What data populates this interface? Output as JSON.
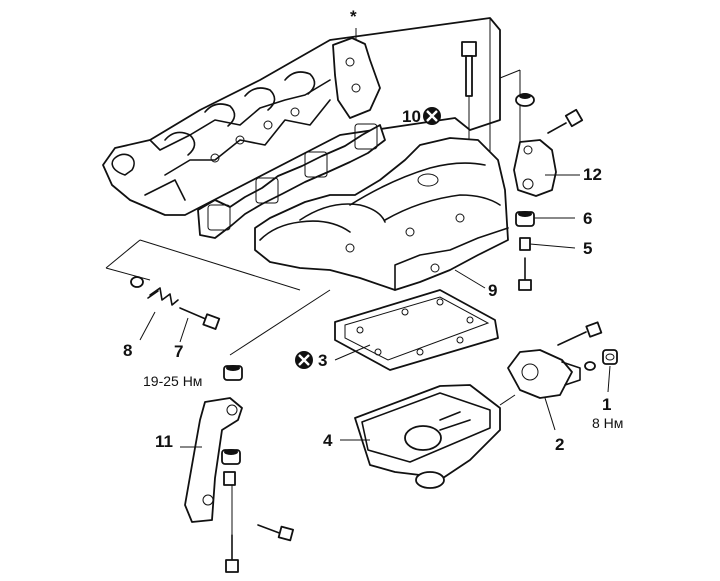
{
  "labels": {
    "star": "*",
    "p1": "1",
    "p1_torque": "8 Нм",
    "p2": "2",
    "p3": "3",
    "p4": "4",
    "p5": "5",
    "p6": "6",
    "p7": "7",
    "p7_torque": "19-25 Нм",
    "p8": "8",
    "p9": "9",
    "p10": "10",
    "p11": "11",
    "p12": "12"
  },
  "icons": {
    "replace_marker": "circled-x-icon"
  }
}
